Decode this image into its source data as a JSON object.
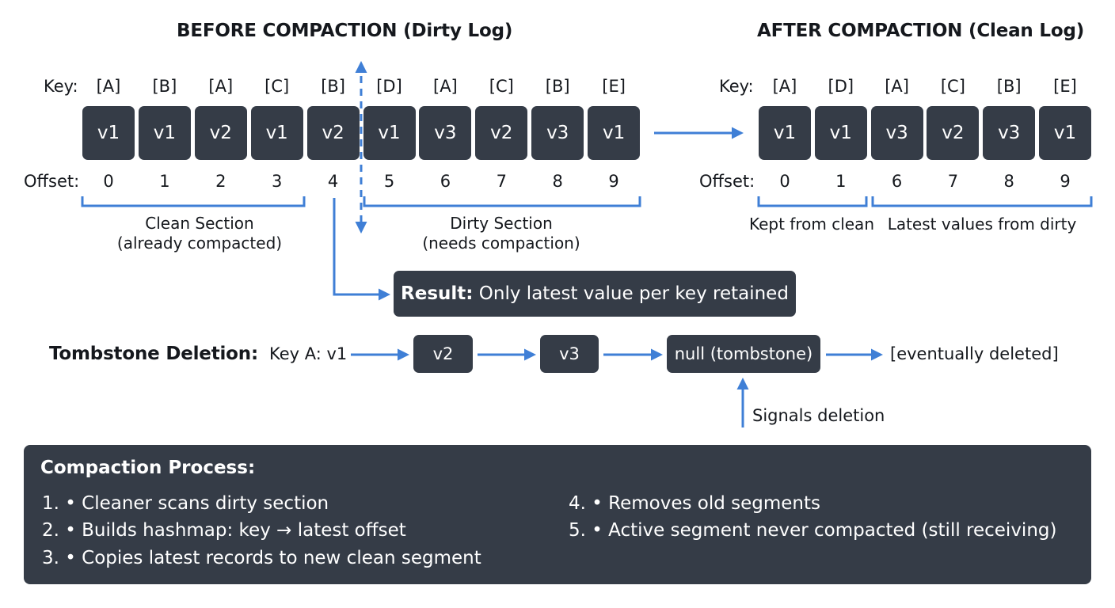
{
  "before": {
    "title": "BEFORE COMPACTION (Dirty Log)",
    "key_label": "Key:",
    "offset_label": "Offset:",
    "records": [
      {
        "key": "[A]",
        "value": "v1",
        "offset": "0"
      },
      {
        "key": "[B]",
        "value": "v1",
        "offset": "1"
      },
      {
        "key": "[A]",
        "value": "v2",
        "offset": "2"
      },
      {
        "key": "[C]",
        "value": "v1",
        "offset": "3"
      },
      {
        "key": "[B]",
        "value": "v2",
        "offset": "4"
      },
      {
        "key": "[D]",
        "value": "v1",
        "offset": "5"
      },
      {
        "key": "[A]",
        "value": "v3",
        "offset": "6"
      },
      {
        "key": "[C]",
        "value": "v2",
        "offset": "7"
      },
      {
        "key": "[B]",
        "value": "v3",
        "offset": "8"
      },
      {
        "key": "[E]",
        "value": "v1",
        "offset": "9"
      }
    ],
    "clean_section": {
      "line1": "Clean Section",
      "line2": "(already compacted)"
    },
    "dirty_section": {
      "line1": "Dirty Section",
      "line2": "(needs compaction)"
    }
  },
  "after": {
    "title": "AFTER COMPACTION (Clean Log)",
    "key_label": "Key:",
    "offset_label": "Offset:",
    "records": [
      {
        "key": "[A]",
        "value": "v1",
        "offset": "0"
      },
      {
        "key": "[D]",
        "value": "v1",
        "offset": "1"
      },
      {
        "key": "[A]",
        "value": "v3",
        "offset": "6"
      },
      {
        "key": "[C]",
        "value": "v2",
        "offset": "7"
      },
      {
        "key": "[B]",
        "value": "v3",
        "offset": "8"
      },
      {
        "key": "[E]",
        "value": "v1",
        "offset": "9"
      }
    ],
    "kept_label": "Kept from clean",
    "latest_label": "Latest values from dirty"
  },
  "result": {
    "bold": "Result:",
    "text": " Only latest value per key retained"
  },
  "tombstone": {
    "title": "Tombstone Deletion:",
    "start": "Key A: v1",
    "steps": [
      "v2",
      "v3",
      "null (tombstone)"
    ],
    "end": "[eventually deleted]",
    "signal": "Signals deletion"
  },
  "process": {
    "title": "Compaction Process:",
    "steps": [
      "1. • Cleaner scans dirty section",
      "2. • Builds hashmap: key → latest offset",
      "3. • Copies latest records to new clean segment",
      "4. • Removes old segments",
      "5. • Active segment never compacted (still receiving)"
    ]
  },
  "colors": {
    "box": "#353c47",
    "arrow": "#3f7fd6",
    "text": "#15181d"
  }
}
